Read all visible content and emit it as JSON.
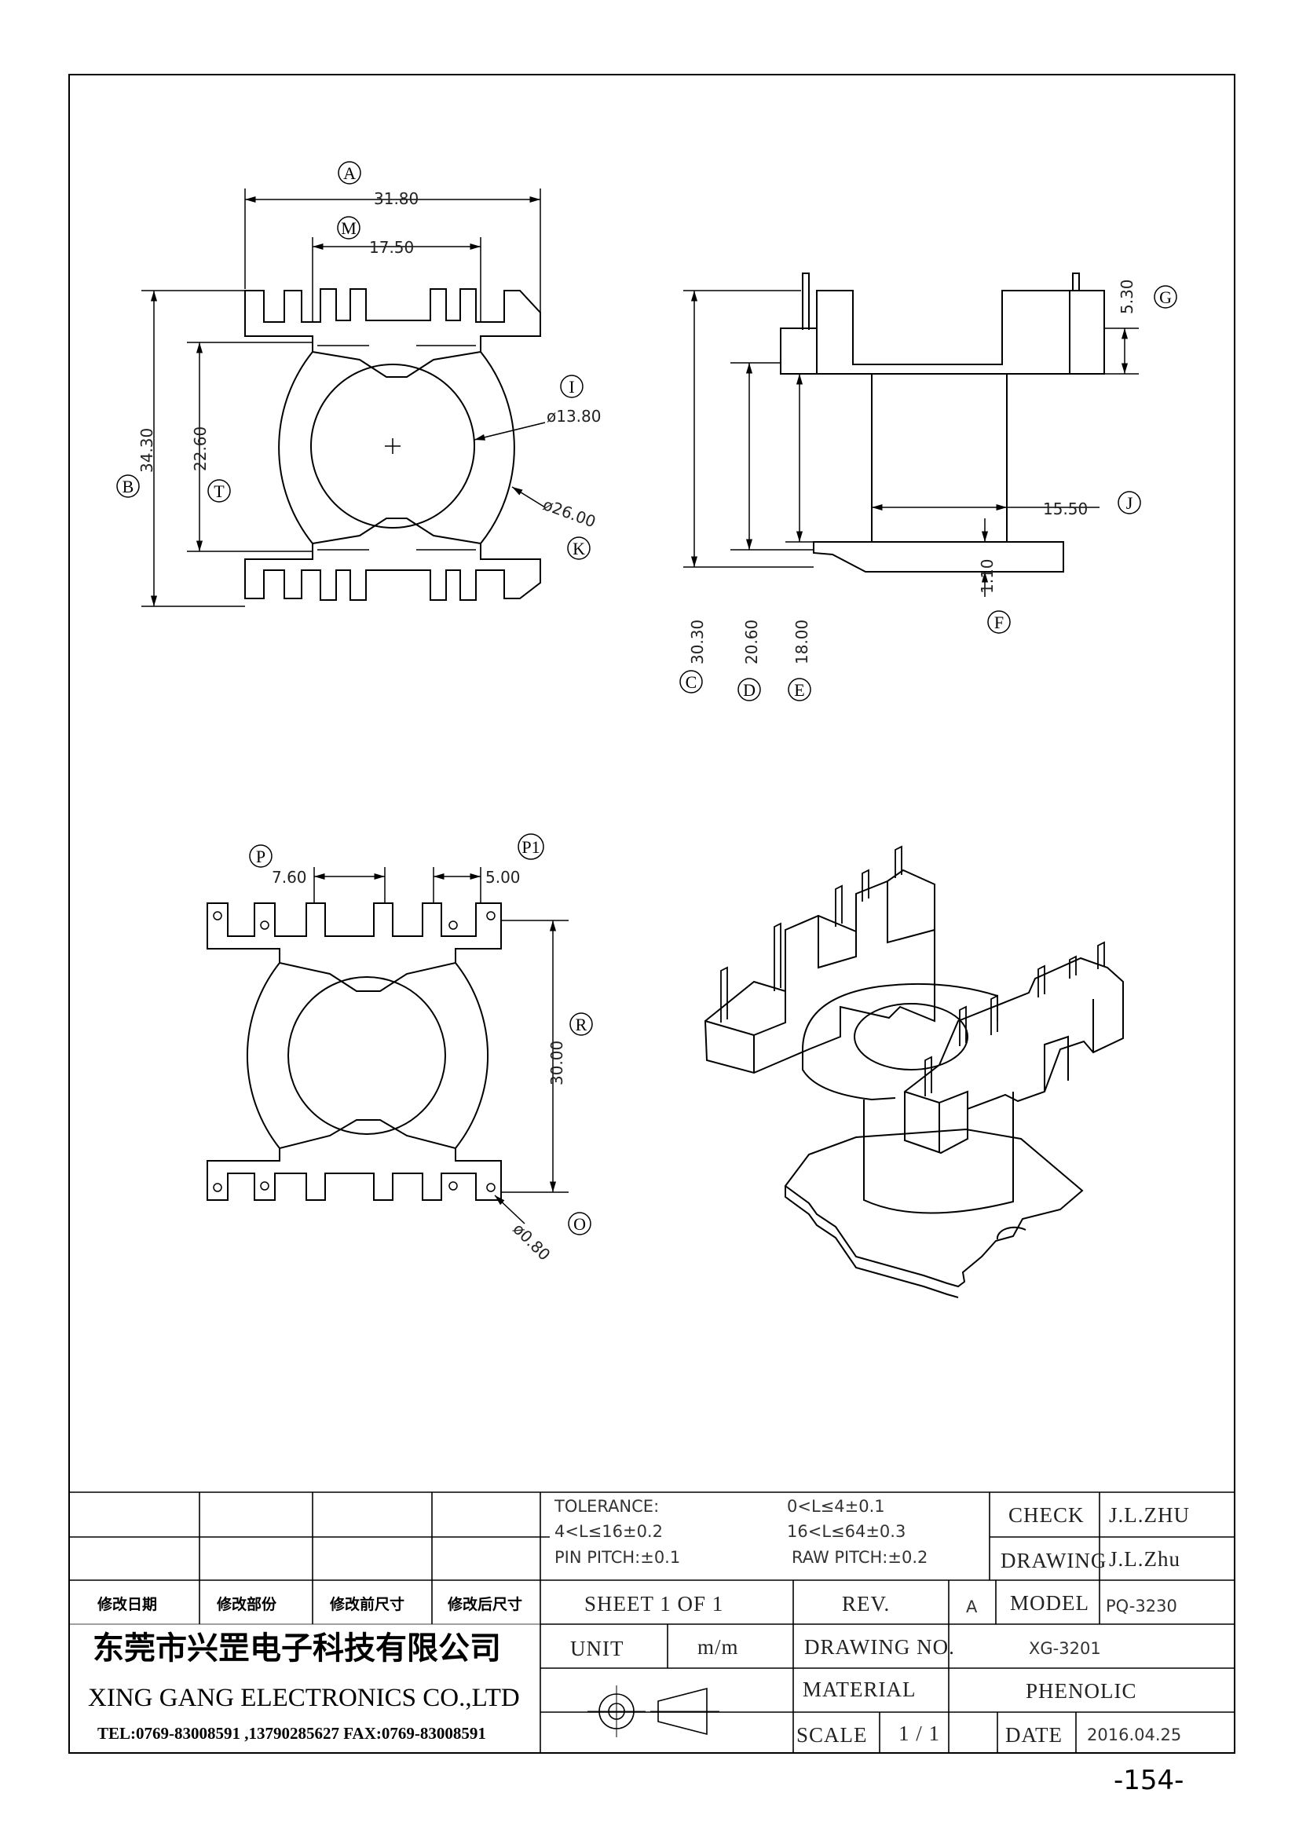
{
  "labels": {
    "A": "A",
    "M": "M",
    "B": "B",
    "T": "T",
    "I": "I",
    "K": "K",
    "G": "G",
    "J": "J",
    "F": "F",
    "C": "C",
    "D": "D",
    "E": "E",
    "P": "P",
    "P1": "P1",
    "R": "R",
    "O": "O"
  },
  "dimensions": {
    "A": "31.80",
    "M": "17.50",
    "B": "34.30",
    "T": "22.60",
    "I": "ø13.80",
    "K": "ø26.00",
    "G": "5.30",
    "J": "15.50",
    "F": "1.10",
    "C": "30.30",
    "D": "20.60",
    "E": "18.00",
    "P": "7.60",
    "P1": "5.00",
    "R": "30.00",
    "O": "ø0.80"
  },
  "title_block": {
    "tolerance_label": "TOLERANCE:",
    "tol_1": "0<L≤4±0.1",
    "tol_2": "4<L≤16±0.2",
    "tol_3": "16<L≤64±0.3",
    "pin_pitch": "PIN PITCH:±0.1",
    "raw_pitch": "RAW PITCH:±0.2",
    "check_label": "CHECK",
    "check_value": "J.L.ZHU",
    "drawing_label": "DRAWING",
    "drawing_value": "J.L.Zhu",
    "rev_date_label": "修改日期",
    "rev_part_label": "修改部份",
    "rev_before_label": "修改前尺寸",
    "rev_after_label": "修改后尺寸",
    "sheet": "SHEET 1 OF 1",
    "rev_label": "REV.",
    "rev_value": "A",
    "model_label": "MODEL",
    "model_value": "PQ-3230",
    "company_cn": "东莞市兴罡电子科技有限公司",
    "unit_label": "UNIT",
    "unit_value": "m/m",
    "drawing_no_label": "DRAWING NO.",
    "drawing_no_value": "XG-3201",
    "company_en": "XING GANG ELECTRONICS CO.,LTD",
    "material_label": "MATERIAL",
    "material_value": "PHENOLIC",
    "contact": "TEL:0769-83008591 ,13790285627 FAX:0769-83008591",
    "scale_label": "SCALE",
    "scale_value": "1 / 1",
    "date_label": "DATE",
    "date_value": "2016.04.25"
  },
  "page_number": "-154-"
}
